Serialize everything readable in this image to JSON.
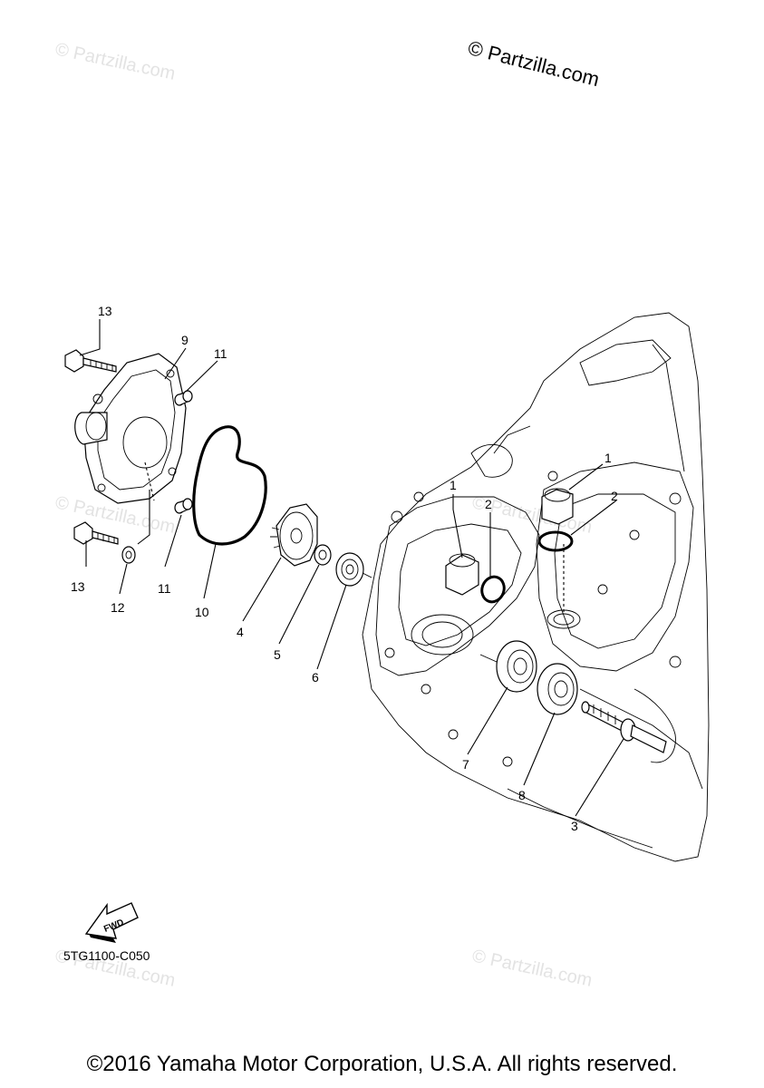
{
  "watermark": {
    "main": "© Partzilla.com",
    "faint": "© Partzilla.com"
  },
  "callouts": {
    "c1a": "1",
    "c1b": "1",
    "c2a": "2",
    "c2b": "2",
    "c3": "3",
    "c4": "4",
    "c5": "5",
    "c6": "6",
    "c7": "7",
    "c8": "8",
    "c9": "9",
    "c10": "10",
    "c11a": "11",
    "c11b": "11",
    "c12": "12",
    "c13a": "13",
    "c13b": "13"
  },
  "fwd_label": "FWD",
  "diagram_code": "5TG1100-C050",
  "copyright": "©2016 Yamaha Motor Corporation, U.S.A. All rights reserved."
}
